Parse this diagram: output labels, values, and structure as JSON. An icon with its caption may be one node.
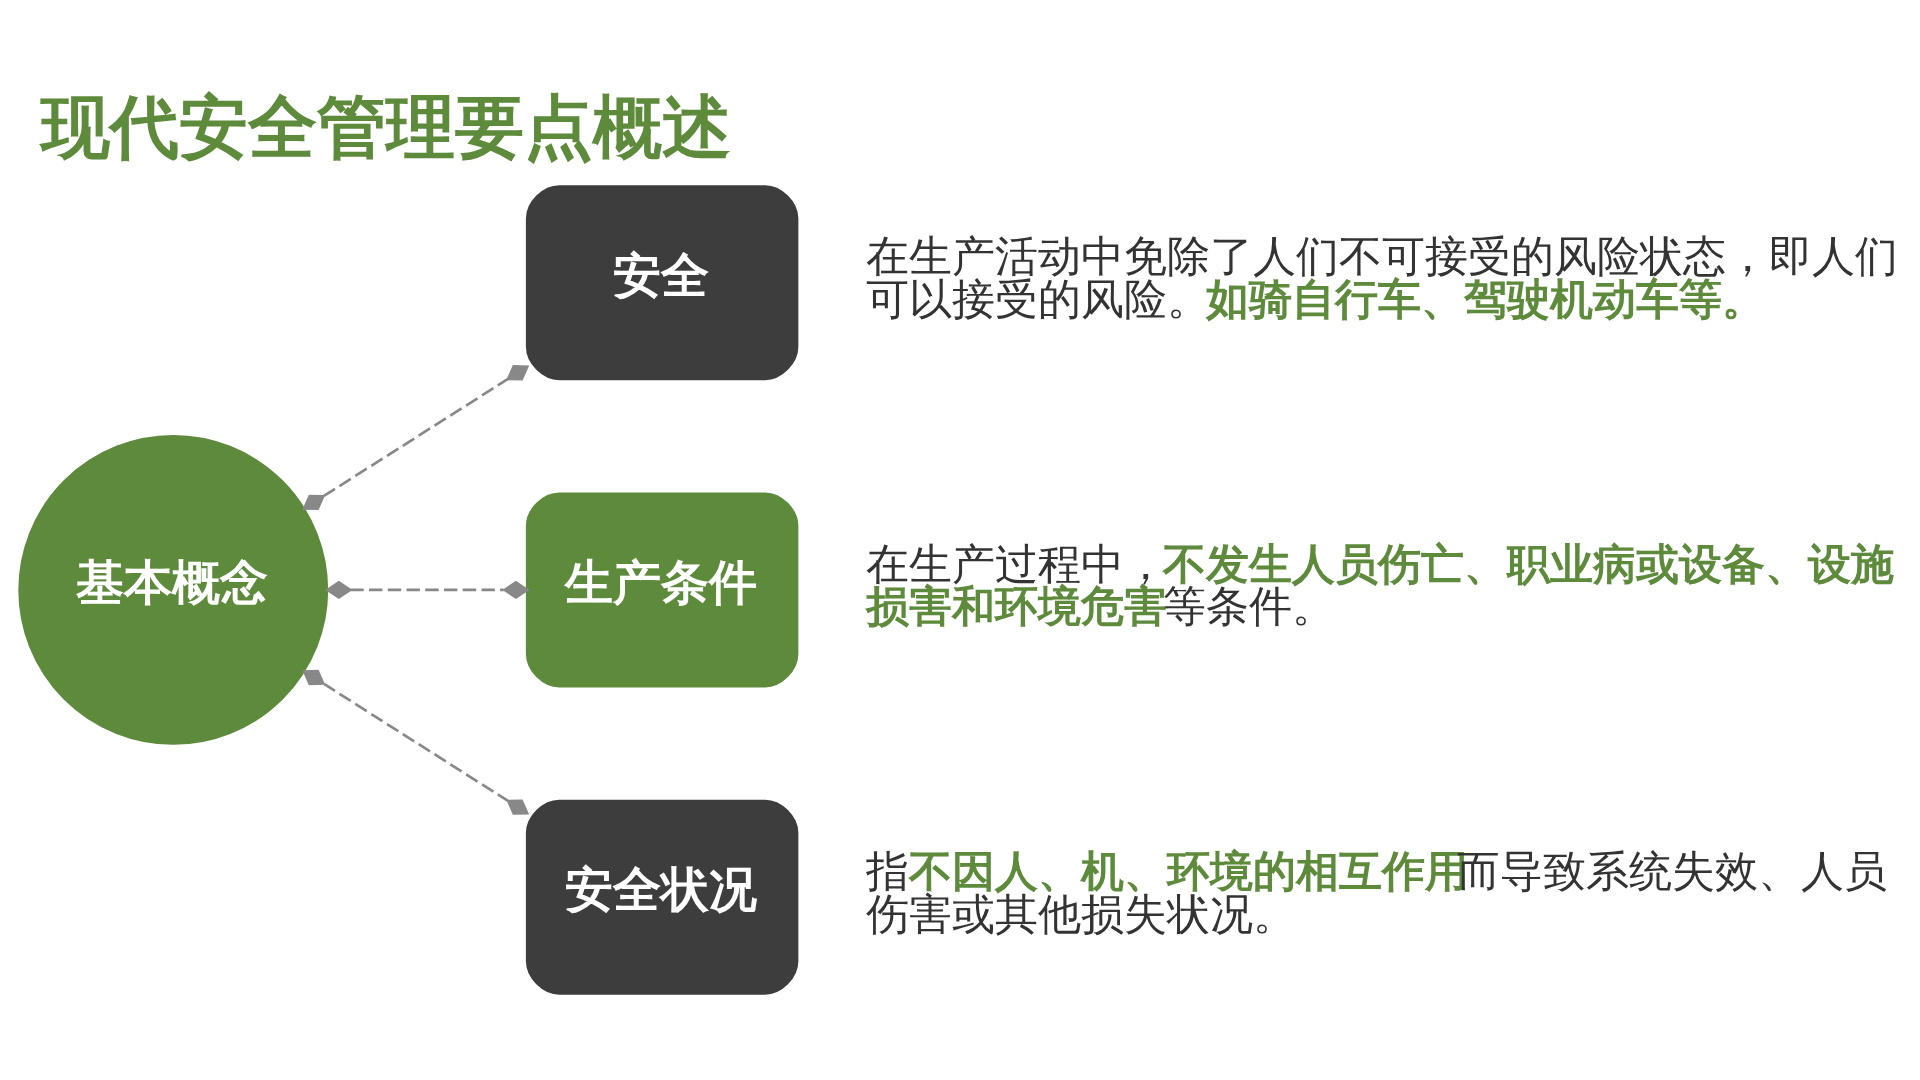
{
  "diagram": {
    "title": "现代安全管理要点概述",
    "nodes": [
      {
        "text": [
          "基本概念"
        ]
      },
      {
        "text": [
          "安全"
        ],
        "beside": [
          "在生产活动中免除了人们不可接受的风险状态，即人们可以接受的风险。**如骑自行车、驾驶机动车等。**"
        ]
      },
      {
        "text": [
          "生产条件"
        ],
        "beside": [
          "在生产过程中，**不发生人员伤亡、职业病或设备、设施损害和环境危害**等条件。"
        ]
      },
      {
        "text": [
          "安全状况"
        ],
        "beside": [
          "指**不因人、机、环境的相互作用**而导致系统失效、人员伤害或其他损失状况。"
        ]
      }
    ],
    "edges": [
      {
        "from": 0,
        "to": 1,
        "arrow": "other",
        "style": "dashed"
      },
      {
        "from": 0,
        "to": 2,
        "arrow": "other",
        "style": "dashed"
      },
      {
        "from": 0,
        "to": 3,
        "arrow": "other",
        "style": "dashed"
      }
    ]
  }
}
